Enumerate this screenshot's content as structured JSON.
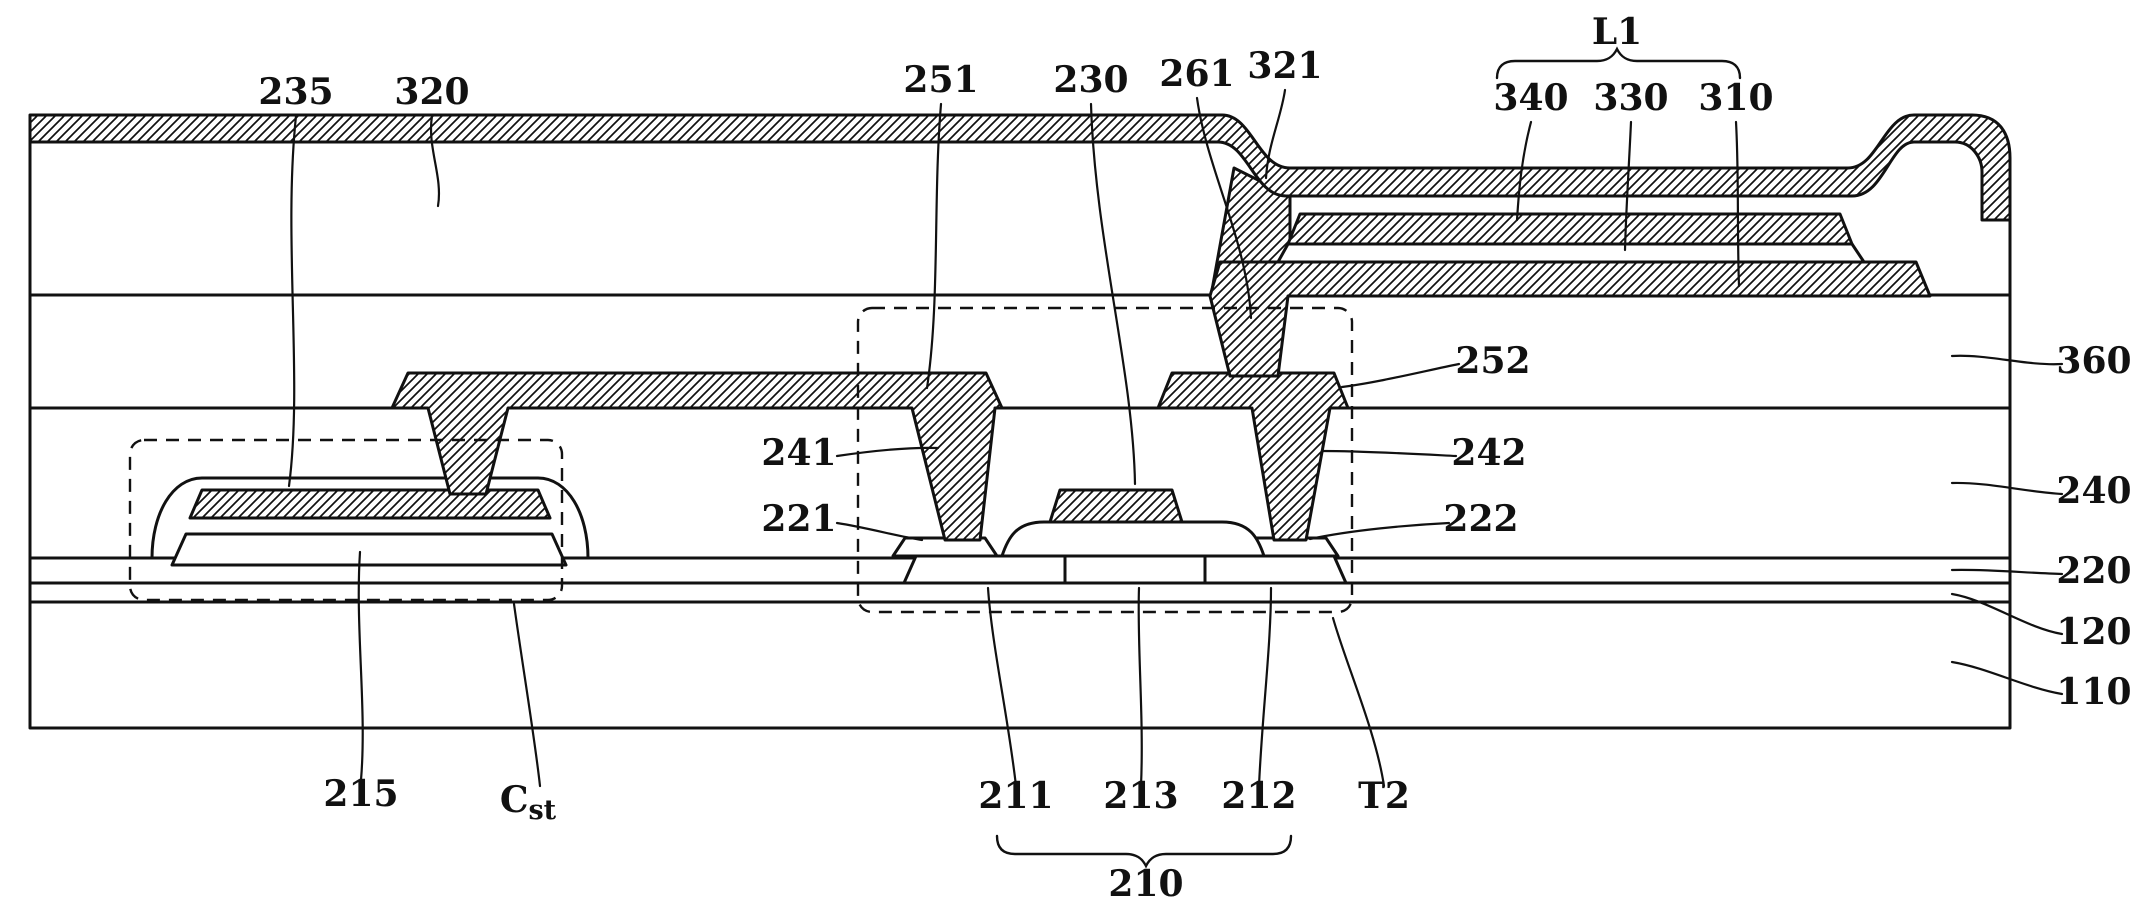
{
  "labels": {
    "n235": "235",
    "n320": "320",
    "n251": "251",
    "n230": "230",
    "n261": "261",
    "n321": "321",
    "L1": "L1",
    "n340": "340",
    "n330": "330",
    "n310": "310",
    "n360": "360",
    "n240": "240",
    "n220": "220",
    "n120": "120",
    "n110": "110",
    "n252": "252",
    "n242": "242",
    "n222": "222",
    "n241": "241",
    "n221": "221",
    "n215": "215",
    "cst_c": "C",
    "cst_st": "st",
    "t2": "T2",
    "n211": "211",
    "n213": "213",
    "n212": "212",
    "n210": "210"
  },
  "colors": {
    "ink": "#111111",
    "background": "#ffffff"
  }
}
